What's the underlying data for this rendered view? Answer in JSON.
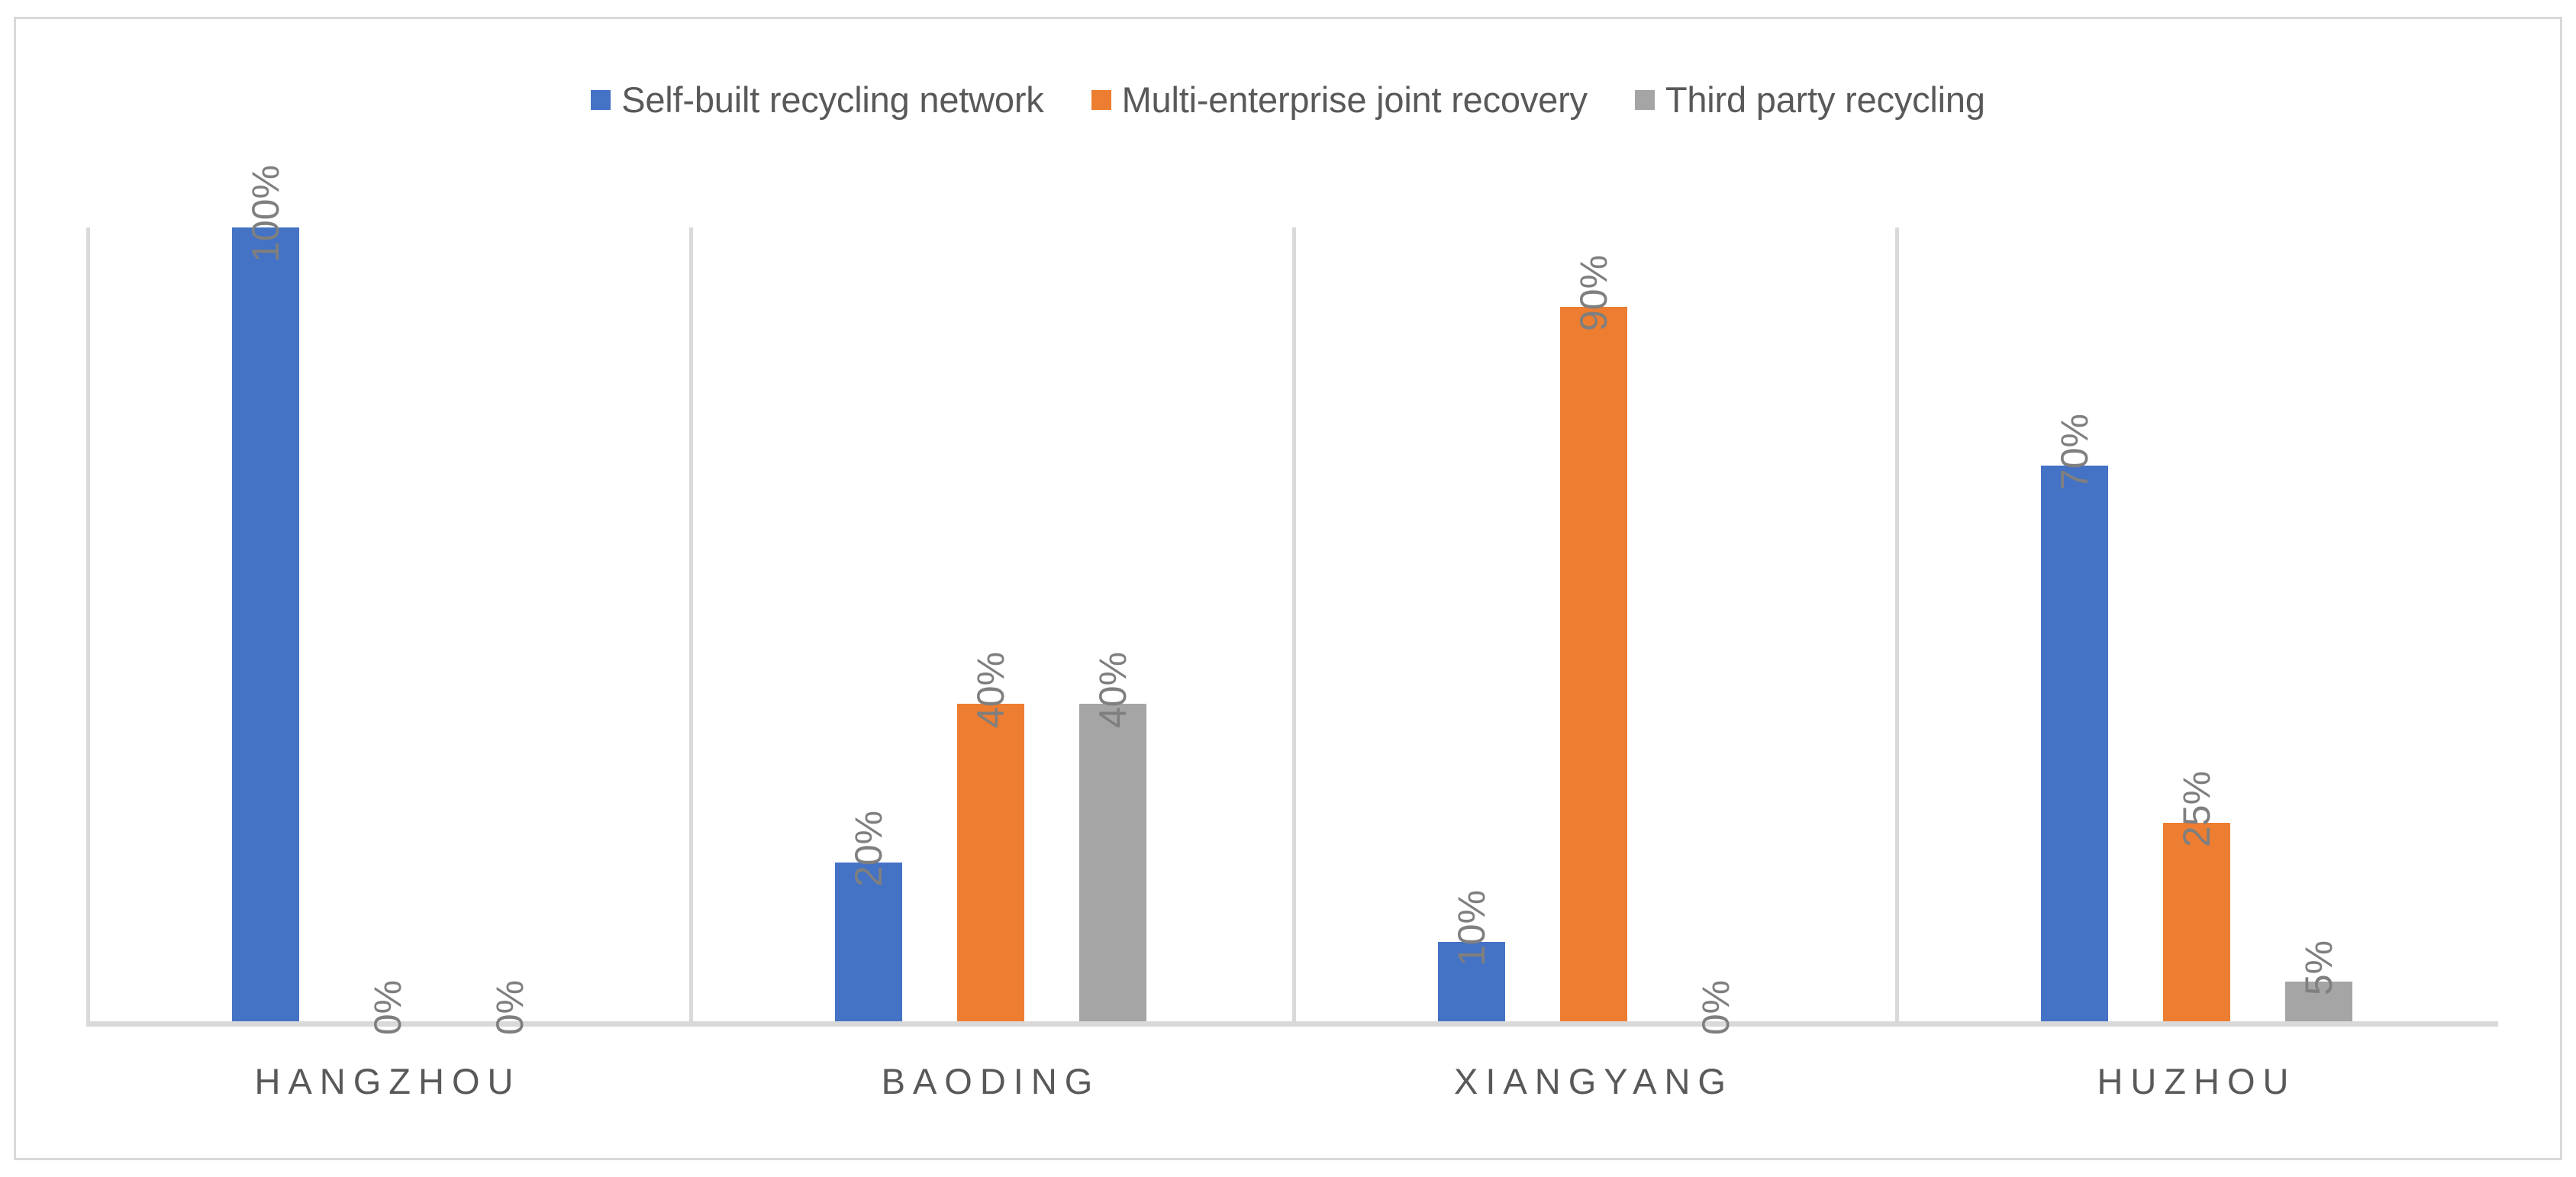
{
  "chart_data": {
    "type": "bar",
    "title": "",
    "subtitle": "",
    "xlabel": "",
    "ylabel": "",
    "ylim": [
      0,
      100
    ],
    "grid": false,
    "legend_position": "top-center",
    "categories": [
      "HANGZHOU",
      "BAODING",
      "XIANGYANG",
      "HUZHOU"
    ],
    "series": [
      {
        "name": "Self-built recycling network",
        "color": "#4472C4",
        "values": [
          100,
          20,
          10,
          70
        ],
        "labels": [
          "100%",
          "20%",
          "10%",
          "70%"
        ]
      },
      {
        "name": "Multi-enterprise joint recovery",
        "color": "#ED7D31",
        "values": [
          0,
          40,
          90,
          25
        ],
        "labels": [
          "0%",
          "40%",
          "90%",
          "25%"
        ]
      },
      {
        "name": "Third party recycling",
        "color": "#A5A5A5",
        "values": [
          0,
          40,
          0,
          5
        ],
        "labels": [
          "0%",
          "40%",
          "0%",
          "5%"
        ]
      }
    ]
  },
  "legend": {
    "items": [
      {
        "label": "Self-built recycling network",
        "color": "#4472C4",
        "marker": "square-marker"
      },
      {
        "label": "Multi-enterprise joint recovery",
        "color": "#ED7D31",
        "marker": "square-marker"
      },
      {
        "label": "Third party recycling",
        "color": "#A5A5A5",
        "marker": "square-marker"
      }
    ]
  },
  "axis": {
    "categories": [
      "HANGZHOU",
      "BAODING",
      "XIANGYANG",
      "HUZHOU"
    ],
    "line_color": "#D9D9D9"
  },
  "style": {
    "border_color": "#D9D9D9",
    "label_color": "#7F7F7F",
    "axis_text_color": "#595959",
    "background": "#FFFFFF"
  }
}
